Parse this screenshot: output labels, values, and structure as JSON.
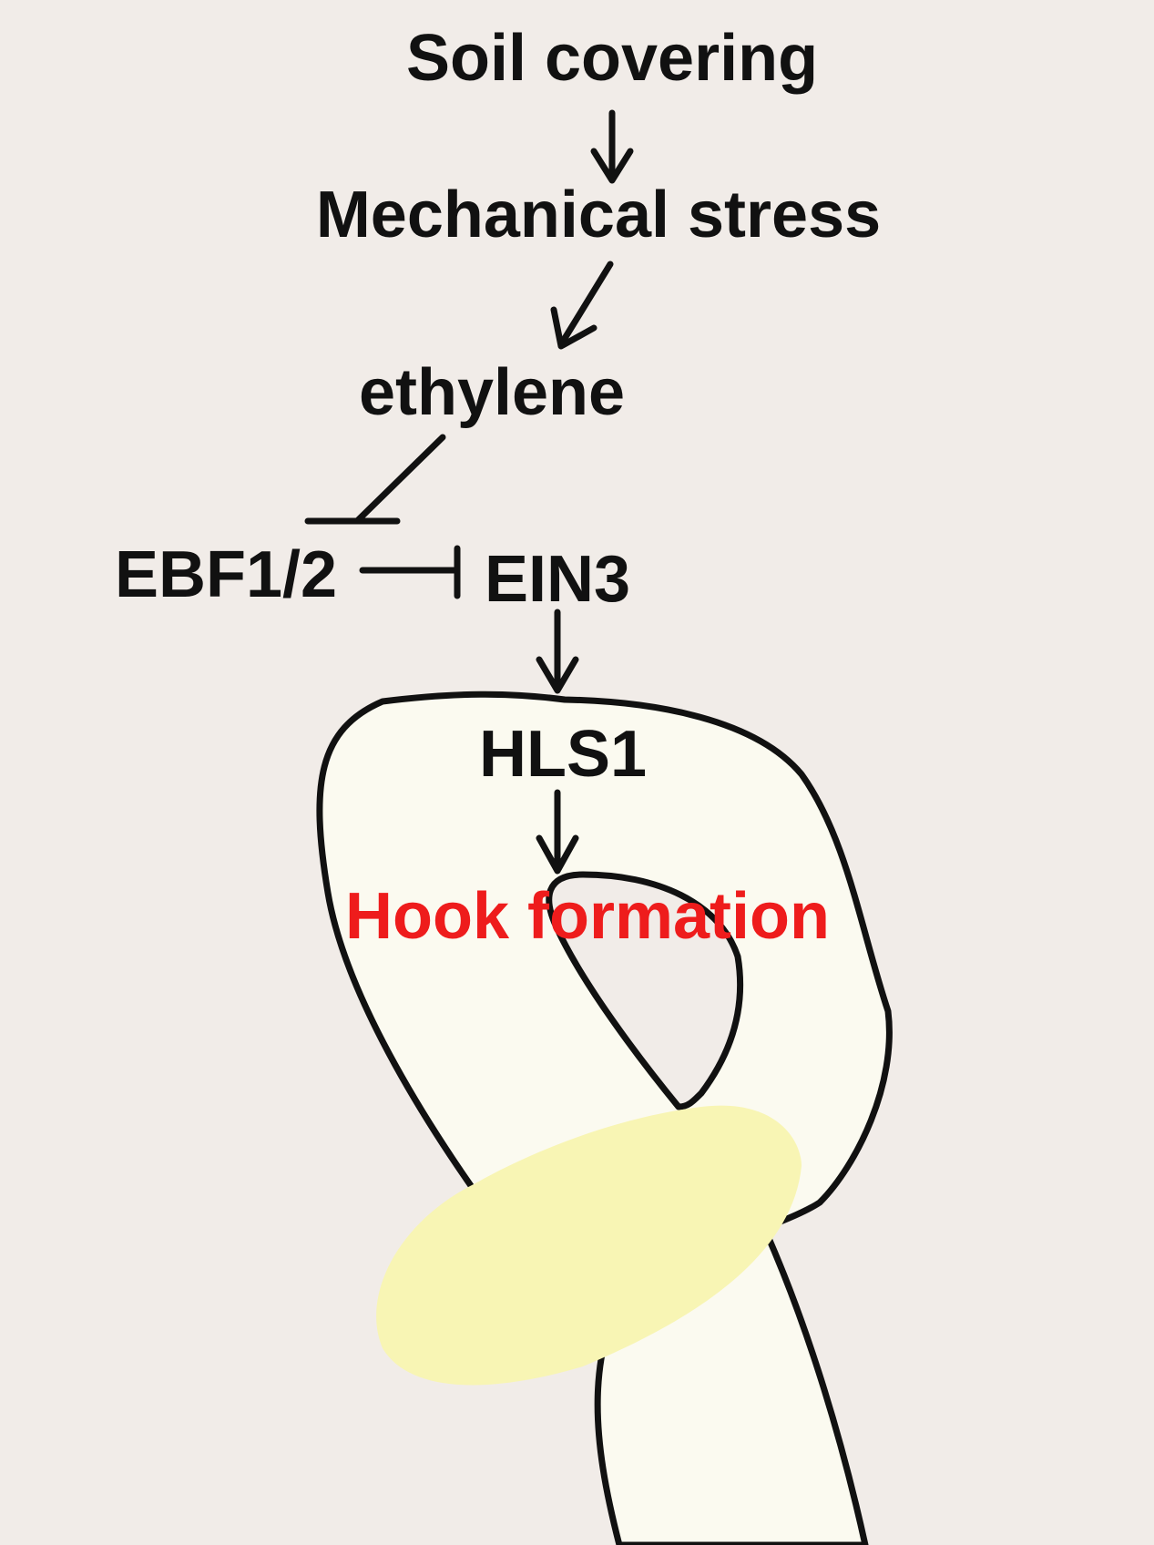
{
  "nodes": {
    "soil_covering": "Soil covering",
    "mechanical_stress": "Mechanical stress",
    "ethylene": "ethylene",
    "ebf": "EBF1/2",
    "ein3": "EIN3",
    "hls1": "HLS1",
    "hook_formation": "Hook formation"
  },
  "edges": [
    {
      "from": "soil_covering",
      "to": "mechanical_stress",
      "type": "activation"
    },
    {
      "from": "mechanical_stress",
      "to": "ethylene",
      "type": "activation"
    },
    {
      "from": "ethylene",
      "to": "ebf",
      "type": "inhibition"
    },
    {
      "from": "ebf",
      "to": "ein3",
      "type": "inhibition"
    },
    {
      "from": "ein3",
      "to": "hls1",
      "type": "activation"
    },
    {
      "from": "hls1",
      "to": "hook_formation",
      "type": "activation"
    }
  ],
  "colors": {
    "background": "#f1ece8",
    "text": "#111111",
    "highlight": "#ee1c1c",
    "seedling_fill": "#fbfaf0",
    "cotyledon_fill": "#f8f5b4",
    "outline": "#111111"
  }
}
